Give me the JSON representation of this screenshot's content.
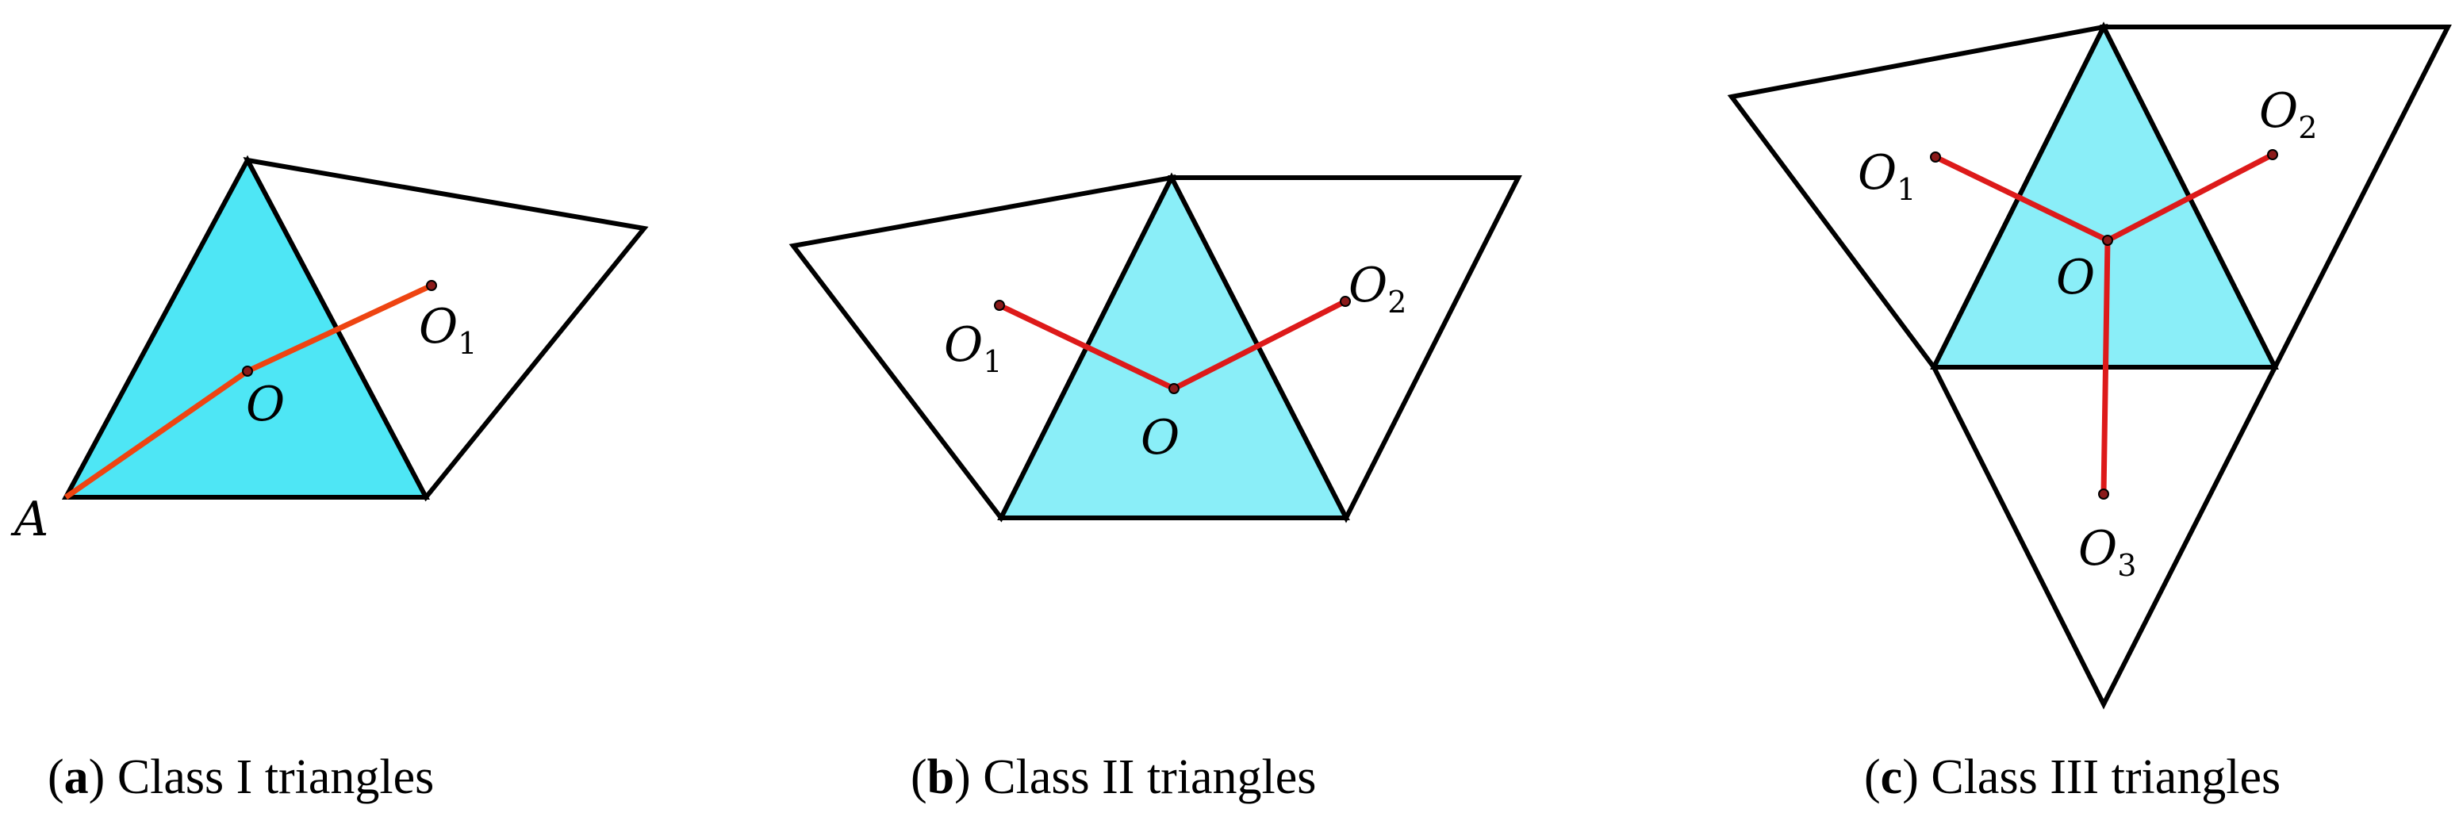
{
  "colors": {
    "panel_a_fill": "#4EE6F5",
    "panel_bc_fill": "#8AEEF8",
    "edge": "#000000",
    "segment_a": "#EE4411",
    "segment_bc": "#DD1A1A",
    "point": "#8B1A1A"
  },
  "panel_a": {
    "caption": {
      "open": "(",
      "letter": "a",
      "close": ")",
      "text": " Class I triangles"
    },
    "labels": {
      "A": {
        "main": "A",
        "sub": ""
      },
      "O": {
        "main": "O",
        "sub": ""
      },
      "O1": {
        "main": "O",
        "sub": "1"
      }
    }
  },
  "panel_b": {
    "caption": {
      "open": "(",
      "letter": "b",
      "close": ")",
      "text": " Class II triangles"
    },
    "labels": {
      "O": {
        "main": "O",
        "sub": ""
      },
      "O1": {
        "main": "O",
        "sub": "1"
      },
      "O2": {
        "main": "O",
        "sub": "2"
      }
    }
  },
  "panel_c": {
    "caption": {
      "open": "(",
      "letter": "c",
      "close": ")",
      "text": " Class III triangles"
    },
    "labels": {
      "O": {
        "main": "O",
        "sub": ""
      },
      "O1": {
        "main": "O",
        "sub": "1"
      },
      "O2": {
        "main": "O",
        "sub": "2"
      },
      "O3": {
        "main": "O",
        "sub": "3"
      }
    }
  }
}
